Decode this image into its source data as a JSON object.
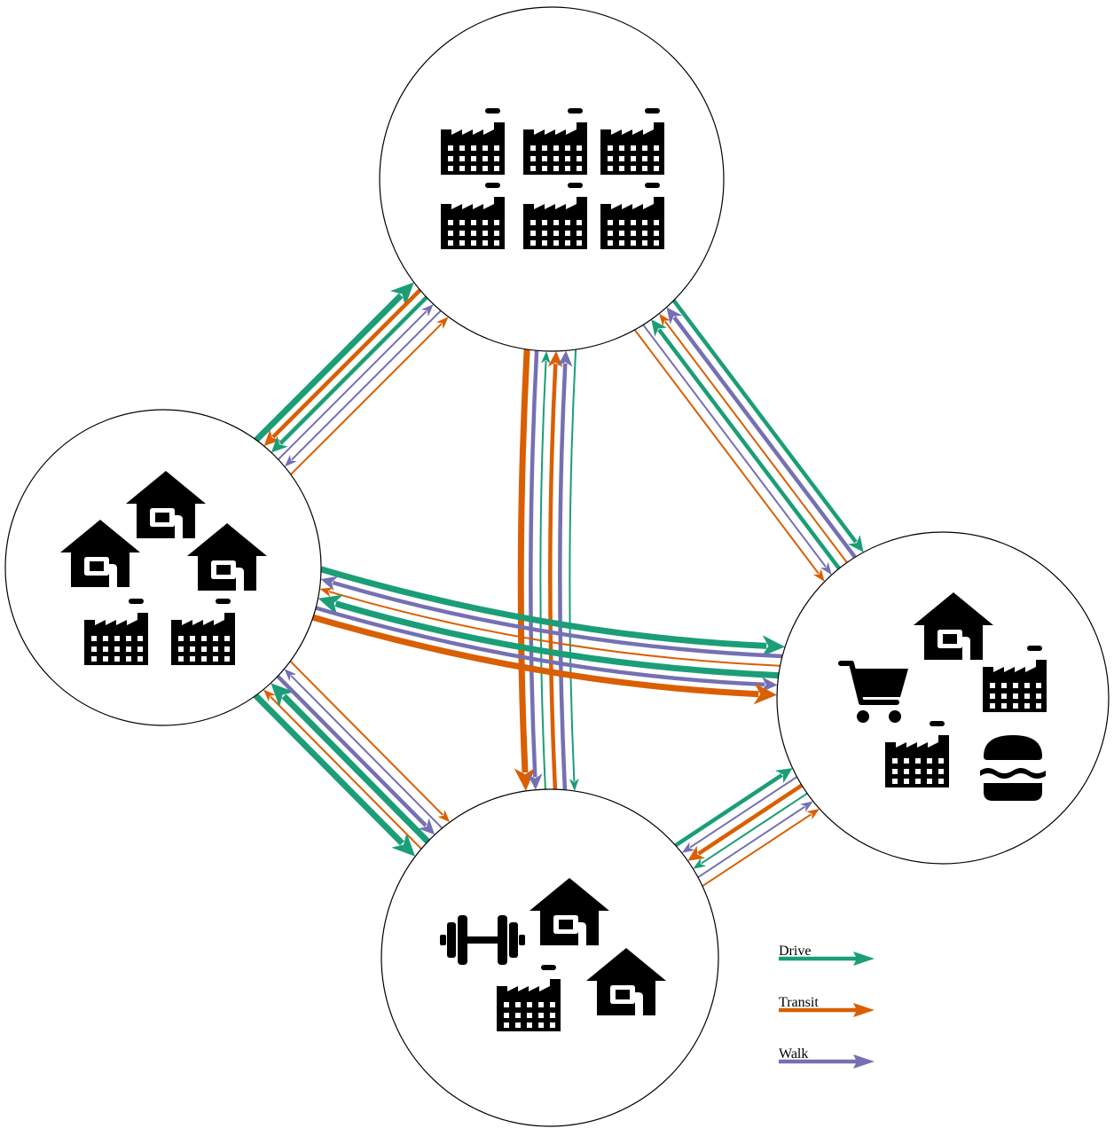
{
  "colors": {
    "drive": "#1b9e77",
    "transit": "#d95f02",
    "walk": "#7570b3",
    "icon": "#000000",
    "node_stroke": "#000000",
    "node_fill": "#ffffff"
  },
  "legend": [
    {
      "mode": "drive",
      "label": "Drive"
    },
    {
      "mode": "transit",
      "label": "Transit"
    },
    {
      "mode": "walk",
      "label": "Walk"
    }
  ],
  "nodes": [
    {
      "id": "top",
      "icons": [
        "factory-icon",
        "factory-icon",
        "factory-icon",
        "factory-icon",
        "factory-icon",
        "factory-icon"
      ]
    },
    {
      "id": "left",
      "icons": [
        "house-icon",
        "house-icon",
        "house-icon",
        "factory-icon",
        "factory-icon"
      ]
    },
    {
      "id": "right",
      "icons": [
        "house-icon",
        "shopping-cart-icon",
        "factory-icon",
        "factory-icon",
        "burger-icon"
      ]
    },
    {
      "id": "bottom",
      "icons": [
        "dumbbell-icon",
        "house-icon",
        "house-icon",
        "factory-icon"
      ]
    }
  ],
  "flows": [
    {
      "from": "left",
      "to": "top",
      "mode": "drive",
      "weight": "heavy"
    },
    {
      "from": "top",
      "to": "left",
      "mode": "transit",
      "weight": "medium"
    },
    {
      "from": "top",
      "to": "left",
      "mode": "drive",
      "weight": "medium"
    },
    {
      "from": "left",
      "to": "top",
      "mode": "walk",
      "weight": "light"
    },
    {
      "from": "top",
      "to": "left",
      "mode": "walk",
      "weight": "light"
    },
    {
      "from": "left",
      "to": "top",
      "mode": "transit",
      "weight": "light"
    },
    {
      "from": "top",
      "to": "bottom",
      "mode": "transit",
      "weight": "heavy"
    },
    {
      "from": "top",
      "to": "bottom",
      "mode": "walk",
      "weight": "medium"
    },
    {
      "from": "bottom",
      "to": "top",
      "mode": "drive",
      "weight": "light"
    },
    {
      "from": "bottom",
      "to": "top",
      "mode": "transit",
      "weight": "medium"
    },
    {
      "from": "bottom",
      "to": "top",
      "mode": "walk",
      "weight": "medium"
    },
    {
      "from": "top",
      "to": "bottom",
      "mode": "drive",
      "weight": "light"
    },
    {
      "from": "top",
      "to": "right",
      "mode": "transit",
      "weight": "light"
    },
    {
      "from": "top",
      "to": "right",
      "mode": "walk",
      "weight": "light"
    },
    {
      "from": "right",
      "to": "top",
      "mode": "drive",
      "weight": "medium"
    },
    {
      "from": "right",
      "to": "top",
      "mode": "transit",
      "weight": "light"
    },
    {
      "from": "right",
      "to": "top",
      "mode": "walk",
      "weight": "medium"
    },
    {
      "from": "top",
      "to": "right",
      "mode": "drive",
      "weight": "medium"
    },
    {
      "from": "left",
      "to": "right",
      "mode": "drive",
      "weight": "heavy"
    },
    {
      "from": "right",
      "to": "left",
      "mode": "walk",
      "weight": "medium"
    },
    {
      "from": "right",
      "to": "left",
      "mode": "transit",
      "weight": "light"
    },
    {
      "from": "right",
      "to": "left",
      "mode": "drive",
      "weight": "heavy"
    },
    {
      "from": "left",
      "to": "right",
      "mode": "walk",
      "weight": "medium"
    },
    {
      "from": "left",
      "to": "right",
      "mode": "transit",
      "weight": "heavy"
    },
    {
      "from": "left",
      "to": "bottom",
      "mode": "drive",
      "weight": "heavy"
    },
    {
      "from": "bottom",
      "to": "left",
      "mode": "transit",
      "weight": "light"
    },
    {
      "from": "bottom",
      "to": "left",
      "mode": "drive",
      "weight": "heavy"
    },
    {
      "from": "left",
      "to": "bottom",
      "mode": "walk",
      "weight": "medium"
    },
    {
      "from": "bottom",
      "to": "left",
      "mode": "walk",
      "weight": "light"
    },
    {
      "from": "left",
      "to": "bottom",
      "mode": "transit",
      "weight": "light"
    },
    {
      "from": "bottom",
      "to": "right",
      "mode": "drive",
      "weight": "medium"
    },
    {
      "from": "right",
      "to": "bottom",
      "mode": "walk",
      "weight": "light"
    },
    {
      "from": "right",
      "to": "bottom",
      "mode": "transit",
      "weight": "medium"
    },
    {
      "from": "right",
      "to": "bottom",
      "mode": "drive",
      "weight": "light"
    },
    {
      "from": "bottom",
      "to": "right",
      "mode": "walk",
      "weight": "light"
    },
    {
      "from": "bottom",
      "to": "right",
      "mode": "transit",
      "weight": "light"
    }
  ]
}
